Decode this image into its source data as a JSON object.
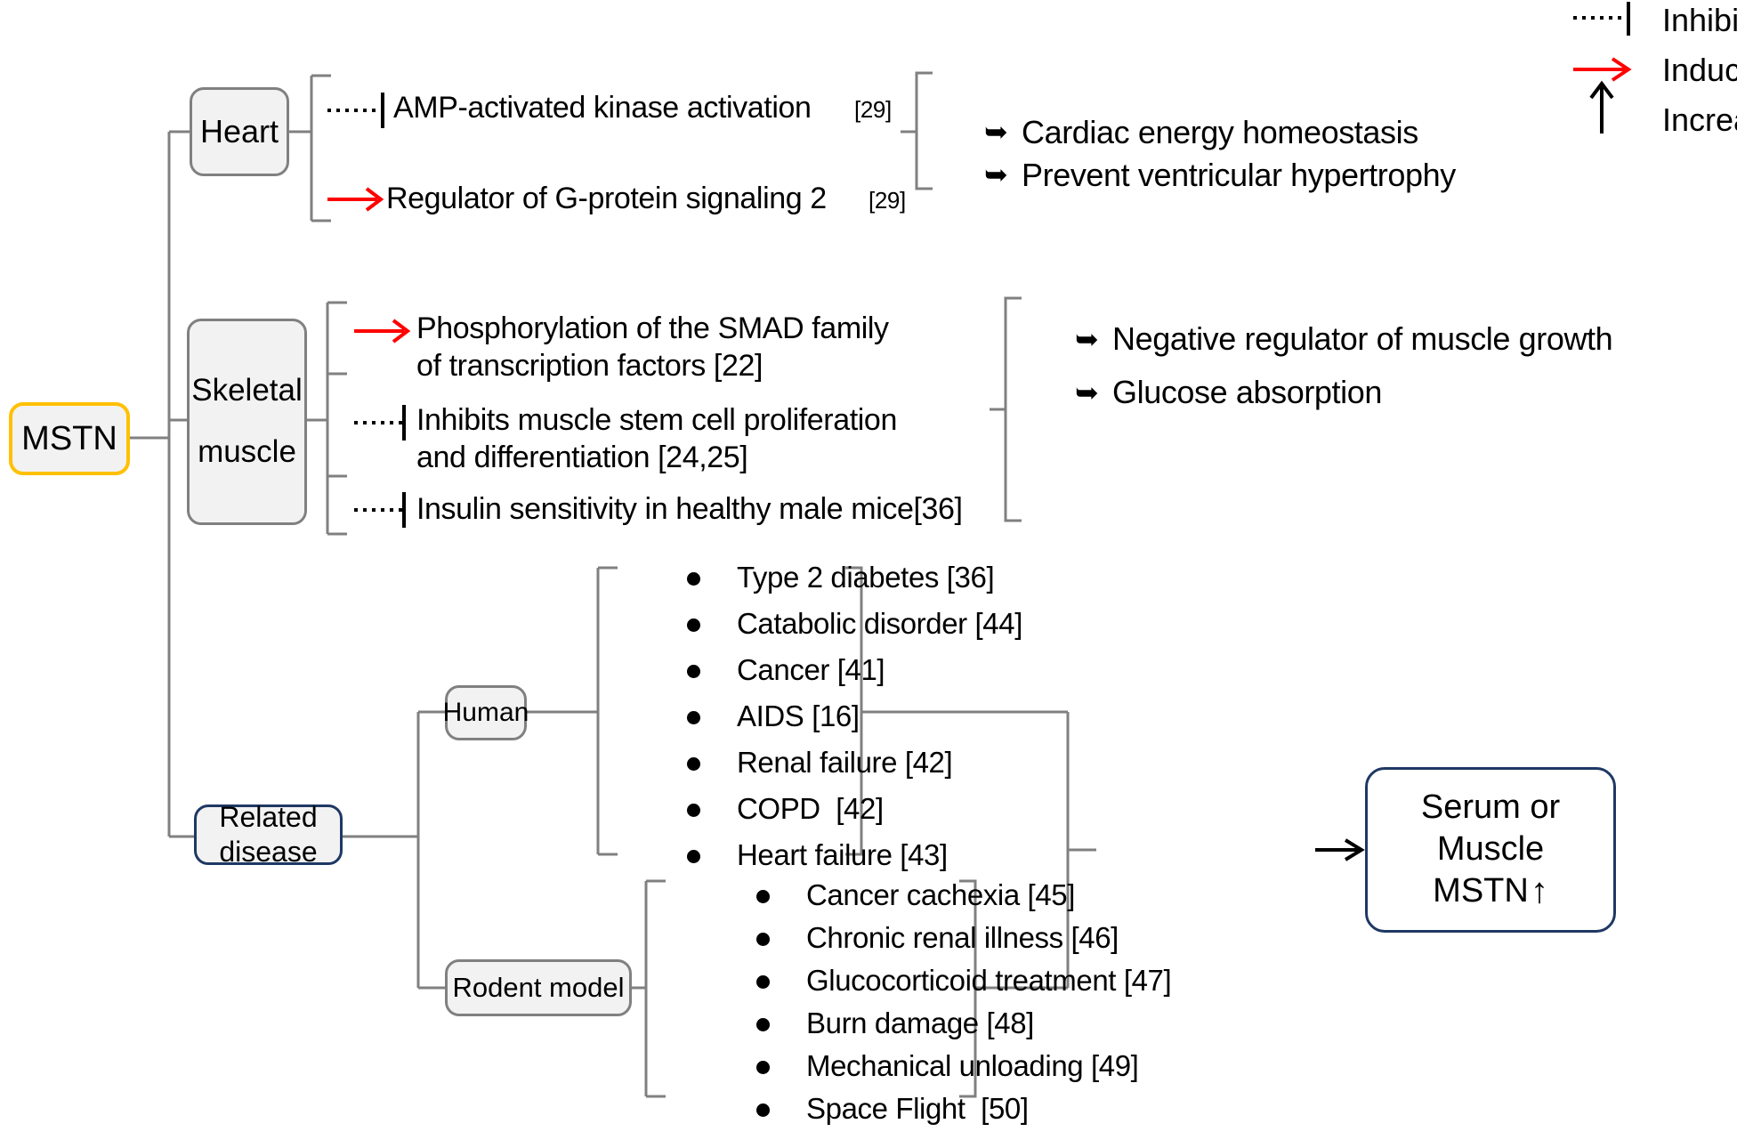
{
  "legend": {
    "items": [
      {
        "id": "inhibit",
        "label": "Inhibit",
        "glyph": "dotted-bar-icon",
        "color": "#000000"
      },
      {
        "id": "induce",
        "label": "Induce",
        "glyph": "red-arrow-icon",
        "color": "#ff0000"
      },
      {
        "id": "increase",
        "label": "Increase",
        "glyph": "up-arrow-icon",
        "color": "#000000"
      }
    ]
  },
  "root": {
    "label": "MSTN",
    "border_color": "#ffc000"
  },
  "branches": {
    "heart": {
      "label": "Heart",
      "border_color": "#808080",
      "effects": [
        {
          "relation": "inhibit",
          "text": "AMP-activated kinase activation",
          "ref": "[29]"
        },
        {
          "relation": "induce",
          "text": "Regulator of G-protein signaling 2",
          "ref": "[29]"
        }
      ],
      "outcomes": [
        "Cardiac energy homeostasis",
        "Prevent ventricular hypertrophy"
      ]
    },
    "skeletal_muscle": {
      "label_line1": "Skeletal",
      "label_line2": "muscle",
      "border_color": "#808080",
      "effects": [
        {
          "relation": "induce",
          "line1": "Phosphorylation of the SMAD family",
          "line2": "of transcription factors [22]"
        },
        {
          "relation": "inhibit",
          "line1": "Inhibits muscle stem cell proliferation",
          "line2": "and differentiation [24,25]"
        },
        {
          "relation": "inhibit",
          "line1": "Insulin sensitivity in healthy male mice[36]",
          "line2": ""
        }
      ],
      "outcomes": [
        "Negative regulator of muscle growth",
        "Glucose absorption"
      ]
    },
    "related_disease": {
      "label": "Related disease",
      "border_color": "#1f3864",
      "groups": [
        {
          "label": "Human",
          "border_color": "#808080",
          "items": [
            "Type 2 diabetes [36]",
            "Catabolic disorder [44]",
            "Cancer [41]",
            "AIDS [16]",
            "Renal failure [42]",
            "COPD  [42]",
            "Heart failure [43]"
          ]
        },
        {
          "label": "Rodent model",
          "border_color": "#808080",
          "items": [
            "Cancer cachexia [45]",
            "Chronic renal illness [46]",
            "Glucocorticoid treatment [47]",
            "Burn damage [48]",
            "Mechanical unloading [49]",
            "Space Flight  [50]"
          ]
        }
      ]
    }
  },
  "outcome_box": {
    "line1": "Serum or",
    "line2": "Muscle",
    "line3": "MSTN",
    "arrow": "↑",
    "border_color": "#1f3864"
  }
}
